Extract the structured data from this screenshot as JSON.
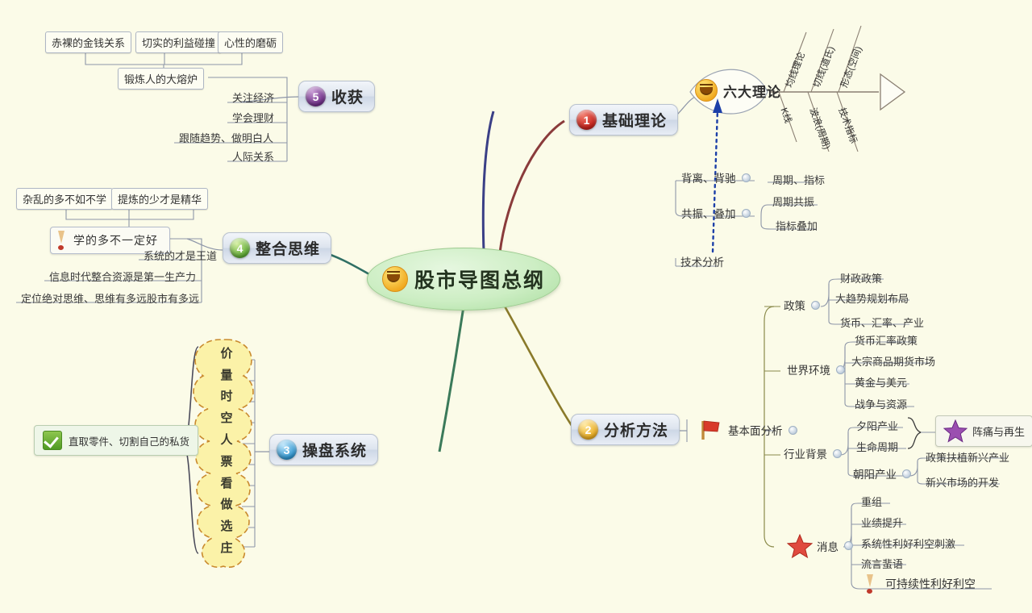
{
  "page": {
    "background": "#fbfbe8",
    "title": "股市导图总纲"
  },
  "center": {
    "label": "股市导图总纲",
    "icon": "smiley-icon"
  },
  "branches": {
    "harvest": {
      "label": "收获",
      "badge": "5",
      "badge_color": "#6b2a85",
      "top_boxes": [
        "赤裸的金钱关系",
        "切实的利益碰撞",
        "心性的磨砺"
      ],
      "parent_box": "锻炼人的大熔炉",
      "leaves": [
        "关注经济",
        "学会理财",
        "跟随趋势、做明白人",
        "人际关系"
      ]
    },
    "integration": {
      "label": "整合思维",
      "badge": "4",
      "badge_color": "#5aa830",
      "top_boxes": [
        "杂乱的多不如不学",
        "提炼的少才是精华"
      ],
      "parent_box": "学的多不一定好",
      "parent_icon": "exclamation-icon",
      "leaves": [
        "系统的才是王道",
        "信息时代整合资源是第一生产力",
        "定位绝对思维、思维有多远股市有多远"
      ]
    },
    "trading_system": {
      "label": "操盘系统",
      "badge": "3",
      "badge_color": "#2a93cf",
      "cloud_items": [
        "价",
        "量",
        "时",
        "空",
        "人",
        "票",
        "看",
        "做",
        "选",
        "庄"
      ],
      "note": "直取零件、切割自己的私货",
      "note_icon": "green-check-icon"
    },
    "basic_theory": {
      "label": "基础理论",
      "badge": "1",
      "badge_color": "#c5201a",
      "lens": {
        "label": "六大理论",
        "icon": "smiley-icon"
      },
      "fishbone_top": [
        "均线理论",
        "切线(道氏)",
        "形态(空间)"
      ],
      "fishbone_bottom": [
        "K线",
        "波浪(周期)",
        "技术指标"
      ],
      "technical_analysis_label": "技术分析",
      "tech_rows": [
        {
          "label": "背离、背驰",
          "children": [
            "周期、指标"
          ]
        },
        {
          "label": "共振、叠加",
          "children": [
            "周期共振",
            "指标叠加"
          ]
        }
      ]
    },
    "analysis_method": {
      "label": "分析方法",
      "badge": "2",
      "badge_color": "#e8a81a",
      "fundamental": {
        "label": "基本面分析",
        "icon": "red-flag-icon"
      },
      "groups": [
        {
          "label": "政策",
          "children": [
            "财政政策",
            "大趋势规划布局",
            "货币、汇率、产业"
          ]
        },
        {
          "label": "世界环境",
          "children": [
            "货币汇率政策",
            "大宗商品期货市场",
            "黄金与美元",
            "战争与资源"
          ]
        },
        {
          "label": "行业背景",
          "children": [
            "夕阳产业",
            "生命周期",
            "朝阳产业"
          ],
          "sunset_note": {
            "label": "阵痛与再生",
            "icon": "purple-star-icon"
          },
          "sunrise_children": [
            "政策扶植新兴产业",
            "新兴市场的开发"
          ]
        }
      ],
      "news": {
        "label": "消息",
        "icon": "red-star-icon",
        "children": [
          "重组",
          "业绩提升",
          "系统性利好利空刺激",
          "流言蜚语"
        ],
        "warning": {
          "label": "可持续性利好利空",
          "icon": "exclamation-icon"
        }
      }
    }
  },
  "connector_colors": {
    "basic_theory": "#8a3b3b",
    "analysis_method": "#8a7a2a",
    "trading_system": "#3b7a5a",
    "integration": "#2f6f64",
    "harvest": "#3a3f86"
  }
}
